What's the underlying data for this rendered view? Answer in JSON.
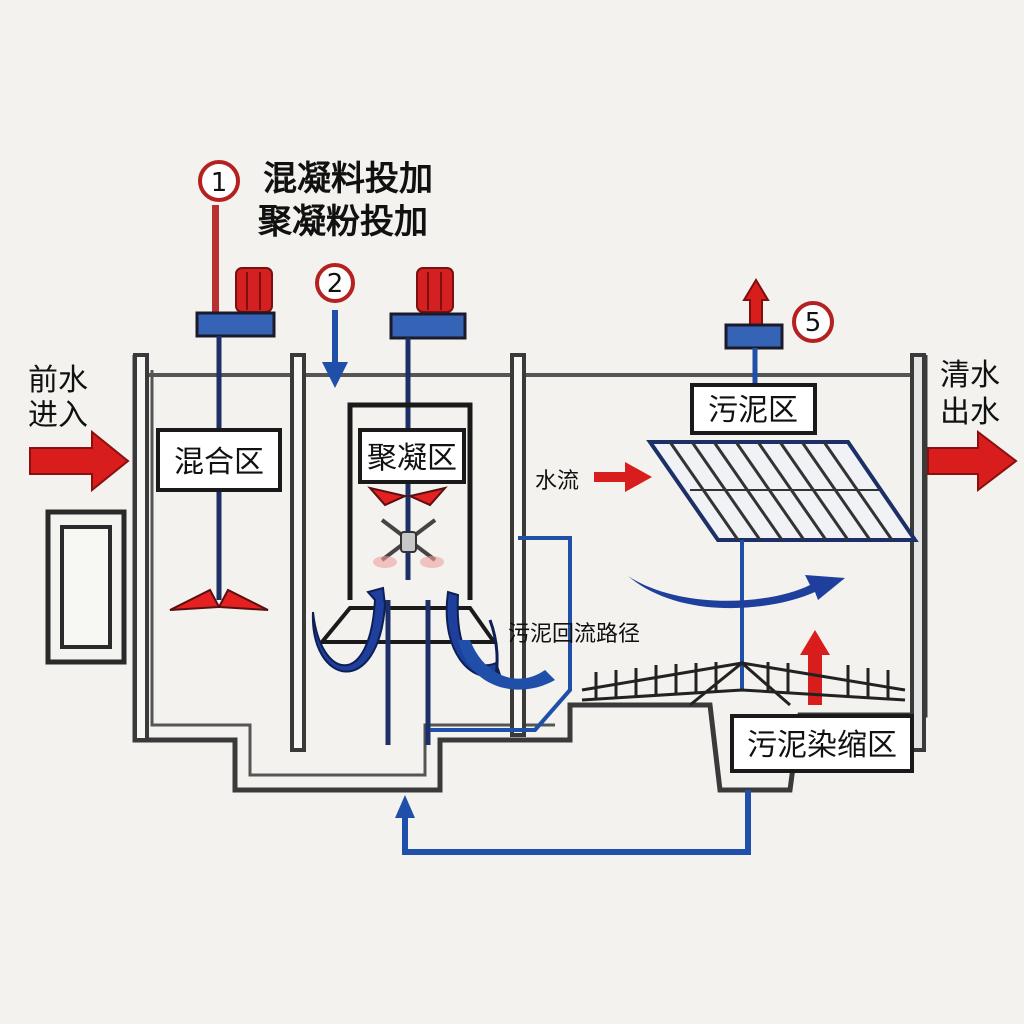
{
  "title_lines": [
    "混凝料投加",
    "聚凝粉投加"
  ],
  "inlet": {
    "label_line1": "前水",
    "label_line2": "进入"
  },
  "outlet": {
    "label_line1": "清水",
    "label_line2": "出水"
  },
  "markers": {
    "m1": "1",
    "m2": "2",
    "m5": "5"
  },
  "zones": {
    "mixing": "混合区",
    "coagulation": "聚凝区",
    "sludge": "污泥区",
    "thickening": "污泥染缩区"
  },
  "annotations": {
    "water_flow": "水流",
    "sludge_return": "污泥回流路径"
  },
  "colors": {
    "red": "#d91c1c",
    "blue": "#1f4fa8",
    "dark_blue": "#1c2f66",
    "outline": "#2a2a2a",
    "background": "#f3f2ee"
  }
}
